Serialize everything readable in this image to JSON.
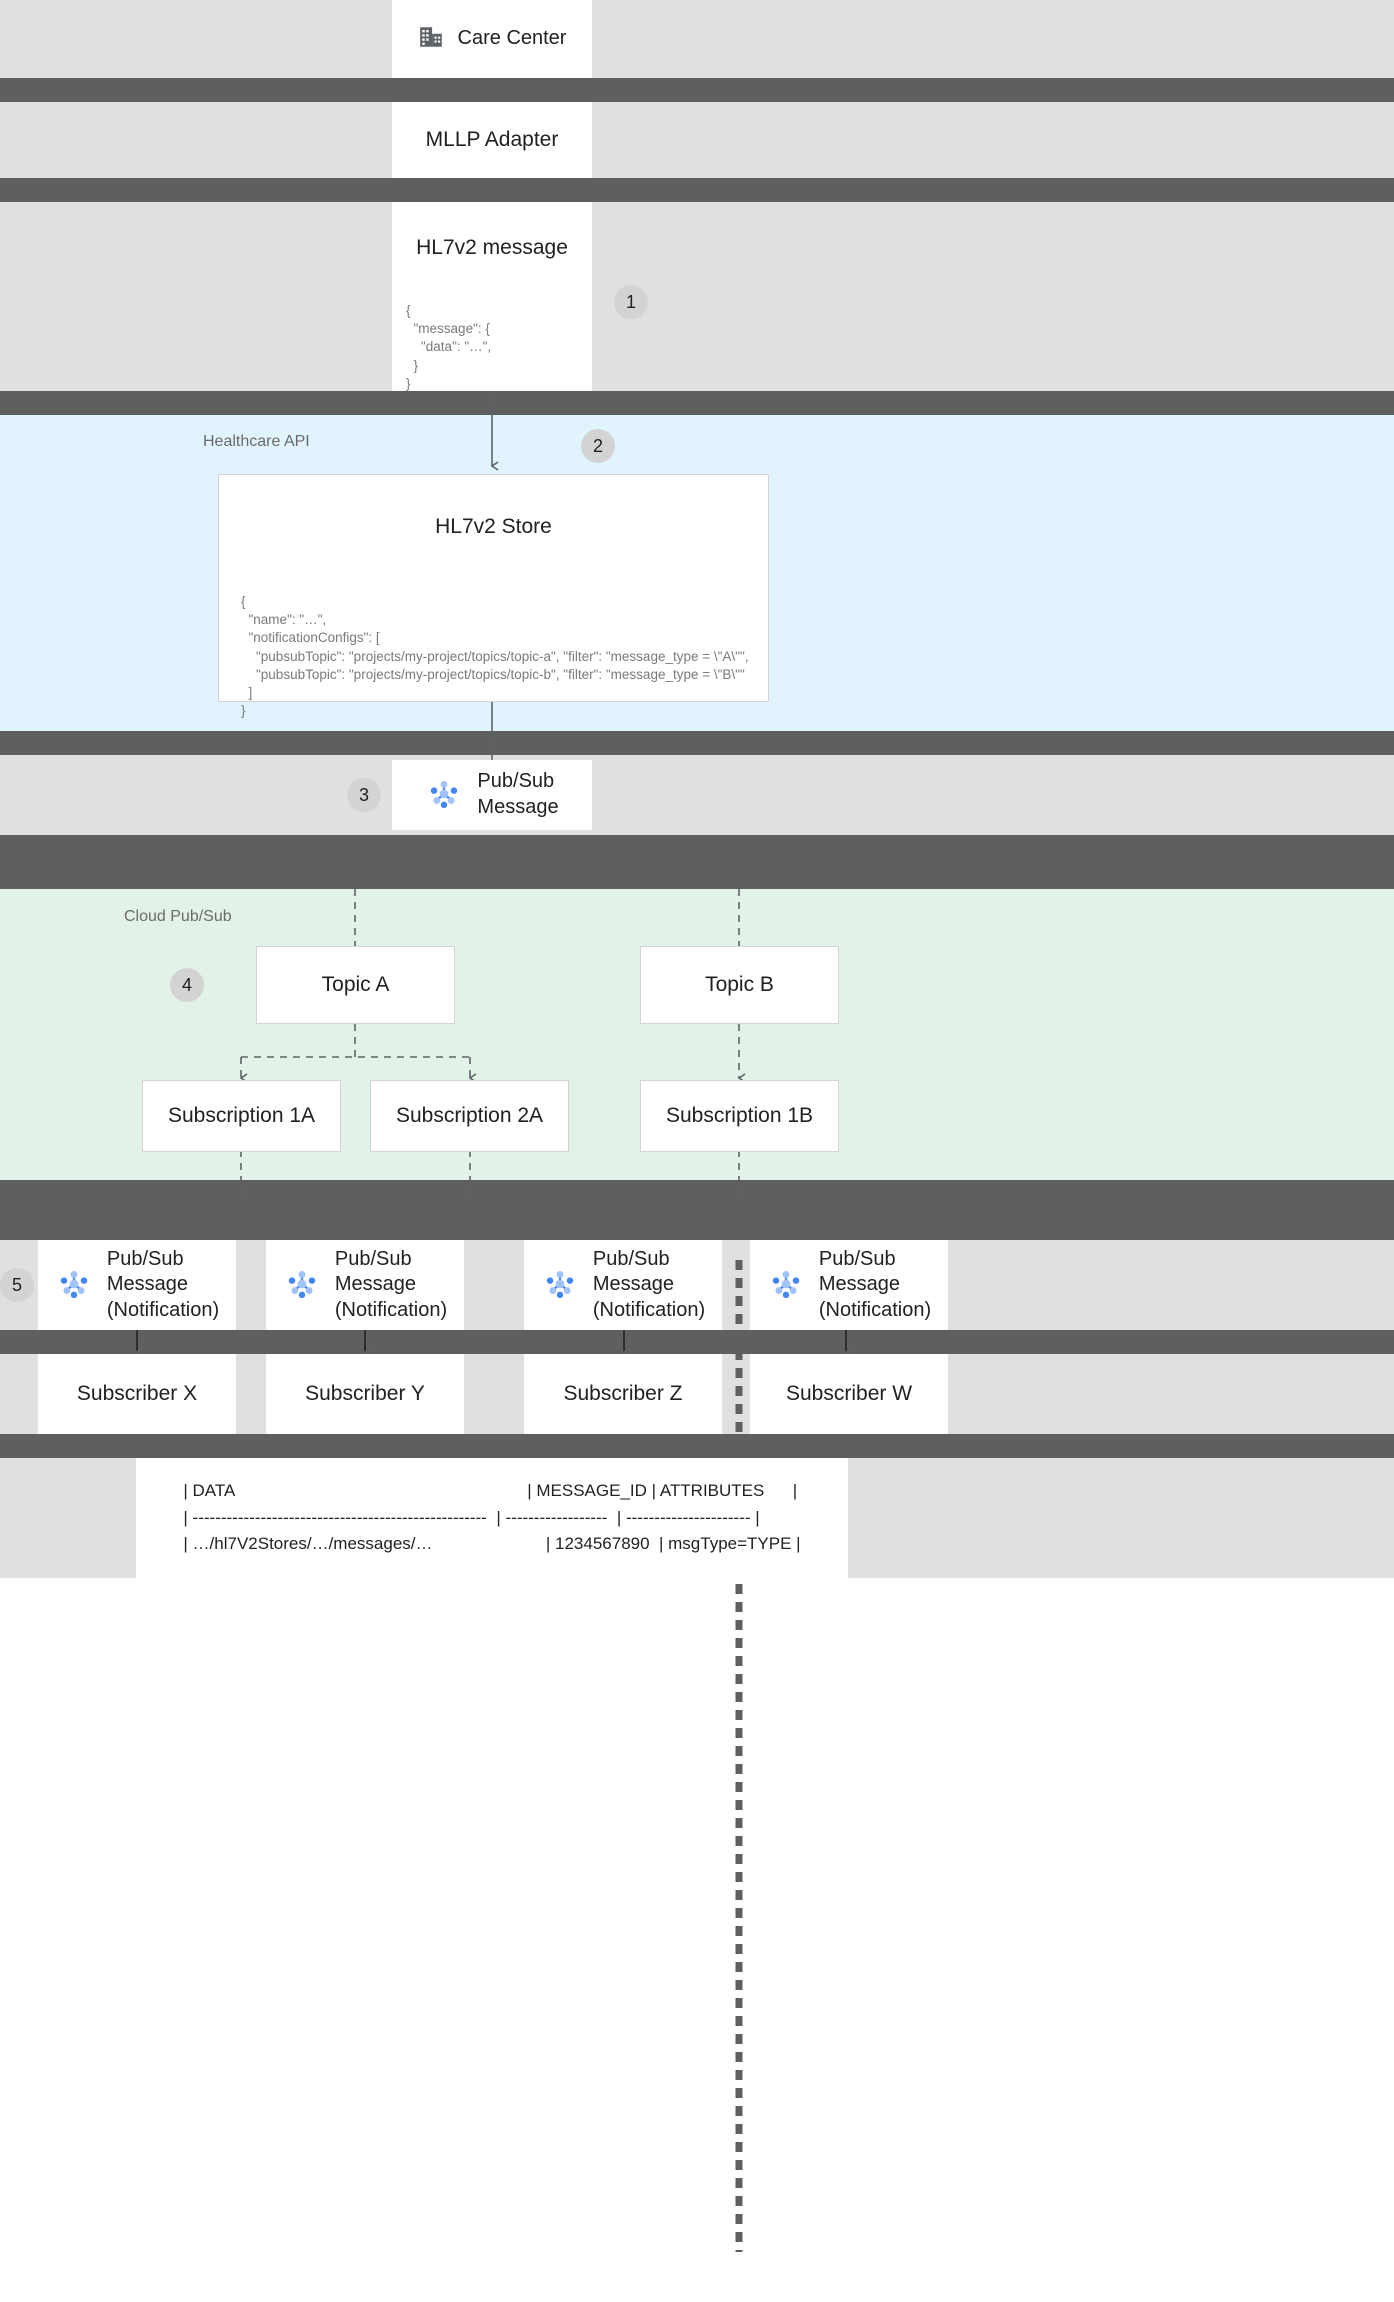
{
  "diagram": {
    "title": "Healthcare API HL7v2 to Cloud Pub/Sub notification flow",
    "colors": {
      "band_grey": "#e0e0e0",
      "band_dark": "#5f5f5f",
      "healthcare_zone": "#e1f4fd",
      "pubsub_zone": "#e3f2e8",
      "card": "#ffffff",
      "card_border": "#d4d4d4",
      "badge": "#d3d3d3",
      "text": "#202124",
      "muted_text": "#6b6b6b",
      "code_text": "#7a7a7a",
      "pubsub_icon": "#4285f4",
      "pubsub_icon_light": "#a1c2fa"
    }
  },
  "zones": {
    "healthcare_api": {
      "label": "Healthcare API"
    },
    "cloud_pubsub": {
      "label": "Cloud Pub/Sub"
    }
  },
  "badges": [
    {
      "number": "1"
    },
    {
      "number": "2"
    },
    {
      "number": "3"
    },
    {
      "number": "4"
    },
    {
      "number": "5"
    }
  ],
  "nodes": {
    "care_center": {
      "label": "Care Center",
      "icon": "building-icon"
    },
    "mllp_adapter": {
      "label": "MLLP Adapter"
    },
    "hl7v2_message": {
      "title": "HL7v2 message",
      "code": "{\n  \"message\": {\n    \"data\": \"…\",\n  }\n}"
    },
    "hl7v2_store": {
      "title": "HL7v2 Store",
      "code": "{\n  \"name\": \"…\",\n  \"notificationConfigs\": [\n    \"pubsubTopic\": \"projects/my-project/topics/topic-a\", \"filter\": \"message_type = \\\"A\\\"\",\n    \"pubsubTopic\": \"projects/my-project/topics/topic-b\", \"filter\": \"message_type = \\\"B\\\"\"\n  ]\n}"
    },
    "pubsub_message": {
      "label": "Pub/Sub\nMessage",
      "icon": "pubsub-icon"
    },
    "topics": [
      {
        "label": "Topic A"
      },
      {
        "label": "Topic B"
      }
    ],
    "subscriptions": [
      {
        "label": "Subscription 1A"
      },
      {
        "label": "Subscription 2A"
      },
      {
        "label": "Subscription 1B"
      }
    ],
    "notifications": [
      {
        "label": "Pub/Sub\nMessage\n(Notification)",
        "icon": "pubsub-icon"
      },
      {
        "label": "Pub/Sub\nMessage\n(Notification)",
        "icon": "pubsub-icon"
      },
      {
        "label": "Pub/Sub\nMessage\n(Notification)",
        "icon": "pubsub-icon"
      },
      {
        "label": "Pub/Sub\nMessage\n(Notification)",
        "icon": "pubsub-icon"
      }
    ],
    "subscribers": [
      {
        "label": "Subscriber X"
      },
      {
        "label": "Subscriber Y"
      },
      {
        "label": "Subscriber Z"
      },
      {
        "label": "Subscriber W"
      }
    ],
    "output_table": {
      "text": "| DATA                                                              | MESSAGE_ID | ATTRIBUTES      |\n| ----------------------------------------------------  | ------------------  | ---------------------- |\n| …/hl7V2Stores/…/messages/…                        | 1234567890  | msgType=TYPE |",
      "columns": [
        "DATA",
        "MESSAGE_ID",
        "ATTRIBUTES"
      ],
      "rows": [
        [
          "…/hl7V2Stores/…/messages/…",
          "1234567890",
          "msgType=TYPE"
        ]
      ]
    }
  }
}
